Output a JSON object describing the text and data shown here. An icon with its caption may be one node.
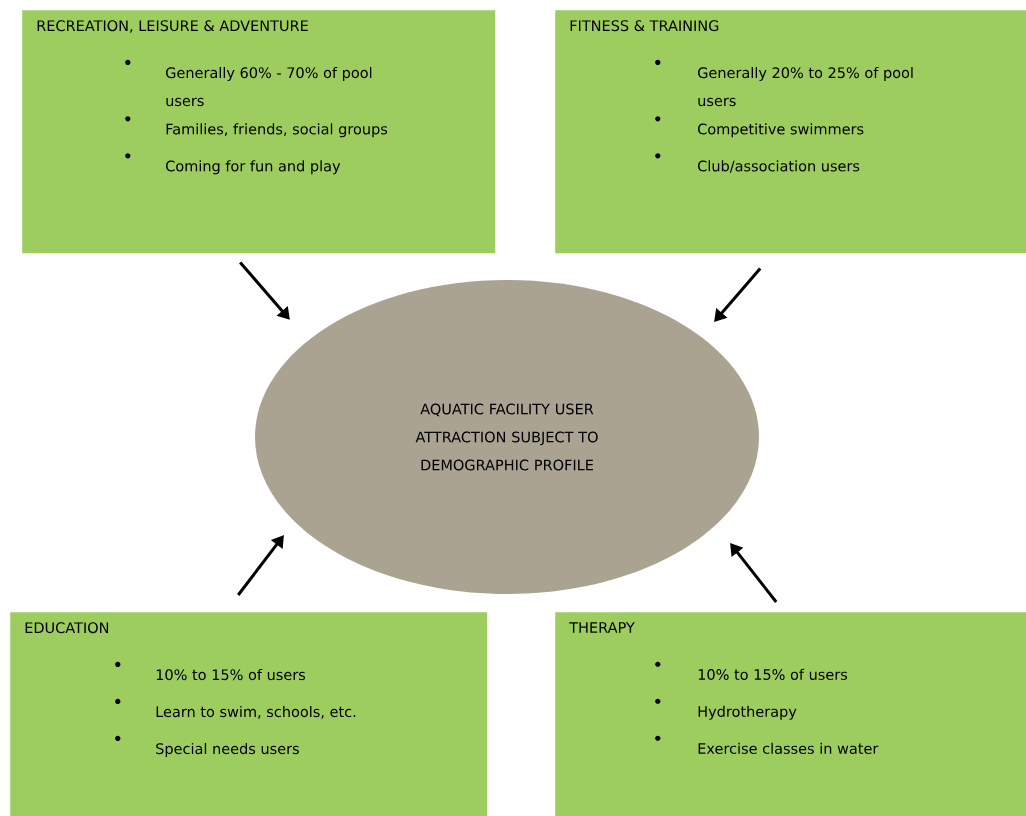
{
  "diagram": {
    "nodes": [
      {
        "text": [
          "RECREATION, LEISURE & ADVENTURE",
          "Generally 60% - 70% of pool users",
          "Families, friends, social groups",
          "Coming for fun and play"
        ]
      },
      {
        "text": [
          "FITNESS & TRAINING",
          "Generally 20% to 25% of pool users",
          "Competitive swimmers",
          "Club/association users"
        ]
      },
      {
        "text": [
          "EDUCATION",
          "10% to 15% of users",
          "Learn to swim, schools, etc.",
          "Special needs users"
        ]
      },
      {
        "text": [
          "THERAPY",
          "10% to 15% of users",
          "Hydrotherapy",
          "Exercise classes in water"
        ]
      },
      {
        "text": [
          "AQUATIC FACILITY USER ATTRACTION SUBJECT TO DEMOGRAPHIC PROFILE"
        ]
      }
    ],
    "edges": [
      {
        "from": 0,
        "to": 4,
        "arrow": "to"
      },
      {
        "from": 1,
        "to": 4,
        "arrow": "to"
      },
      {
        "from": 2,
        "to": 4,
        "arrow": "to"
      },
      {
        "from": 3,
        "to": 4,
        "arrow": "to"
      }
    ]
  }
}
